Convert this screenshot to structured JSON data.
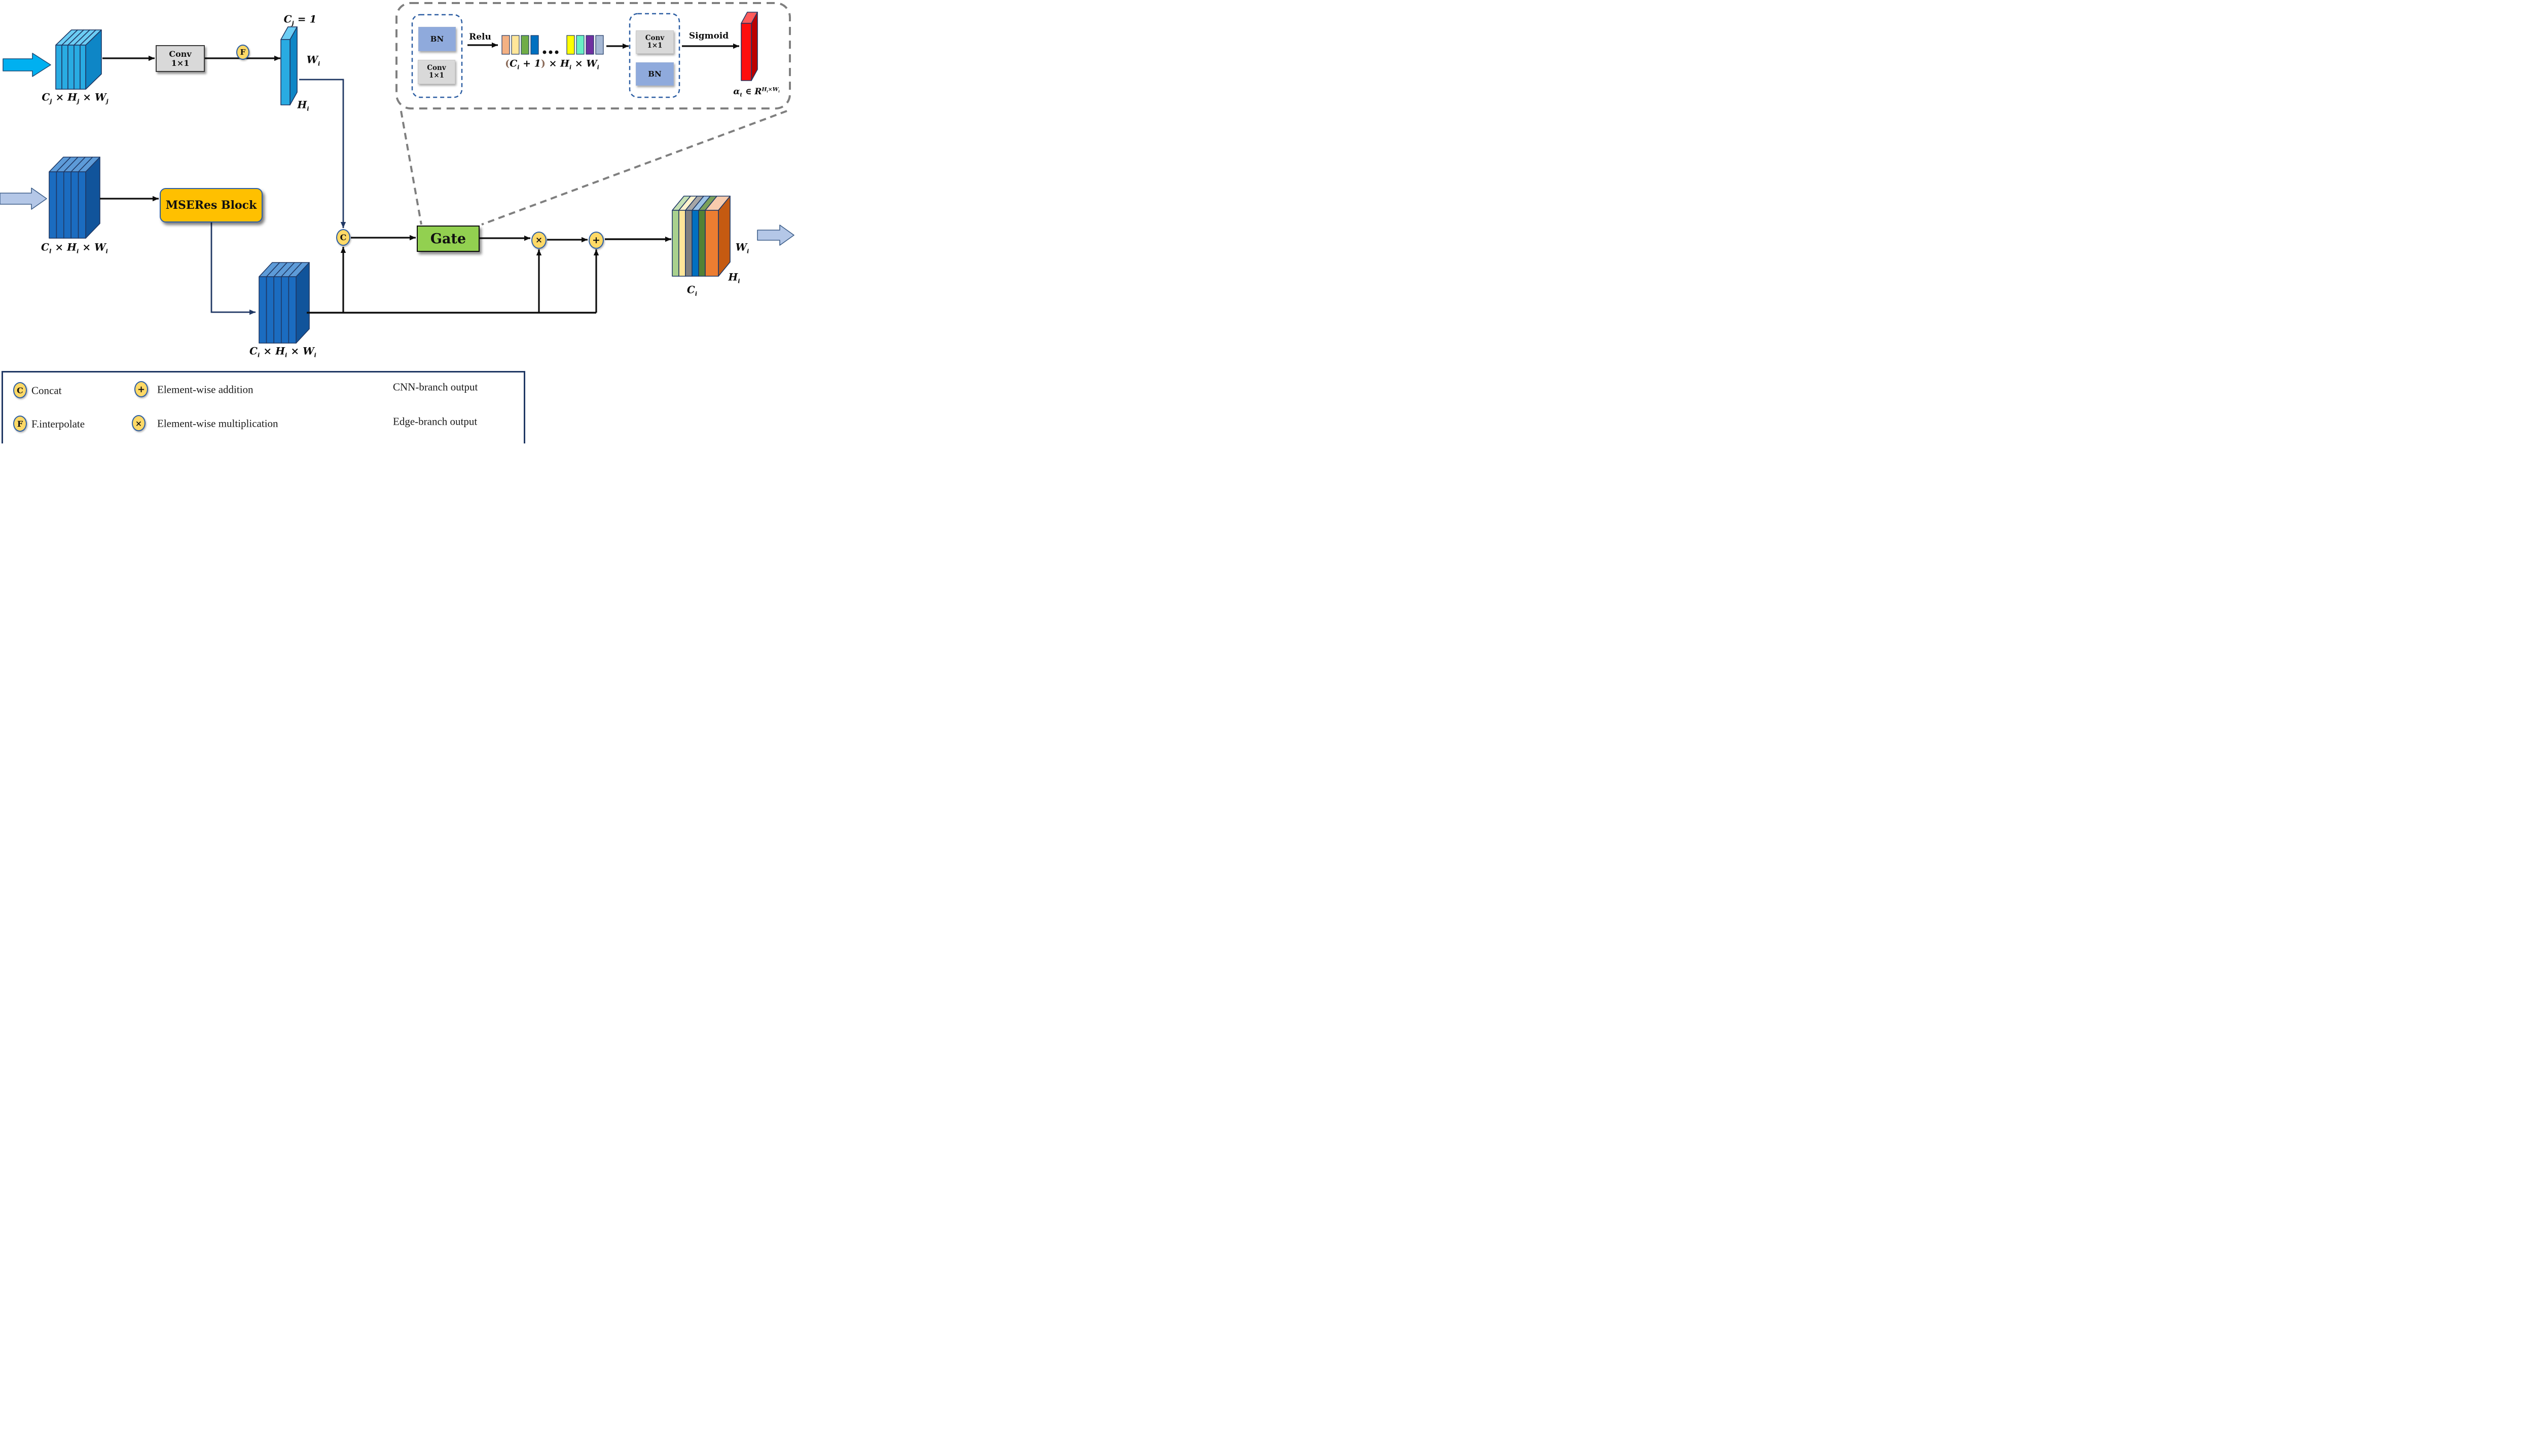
{
  "colors": {
    "cyan_front": "#29ABE2",
    "cyan_top": "#6CCDF4",
    "cyan_side": "#0E86C6",
    "blue_front": "#1B6CC0",
    "blue_top": "#5D9BD8",
    "blue_side": "#11549B",
    "red_front": "#FE0E0E",
    "red_top": "#FF5B5B",
    "red_side": "#BB0000",
    "out_fronts": [
      "#A9D18E",
      "#FFE699",
      "#7F7F7F",
      "#0070C0",
      "#538135",
      "#ED7D31"
    ],
    "out_tops": [
      "#C5E0B4",
      "#FFF2CC",
      "#A6A6A6",
      "#9DC3E6",
      "#7BA05B",
      "#F8CBAD"
    ],
    "out_side": "#C55A11",
    "bars1": [
      "#F4B183",
      "#FFE699",
      "#70AD47",
      "#0070C0"
    ],
    "bars2": [
      "#FFFF00",
      "#69F0C5",
      "#7030A0",
      "#A6B8D4"
    ],
    "line_black": "#0d0d0d",
    "line_navy": "#203864",
    "dash_gray": "#7F7F7F",
    "dash_blue": "#2E5FA3",
    "fat_cyan": "#00B0F0",
    "fat_cyan_stroke": "#1F4E79",
    "fat_gray": "#B4C7E7",
    "fat_gray_stroke": "#3E5F8A",
    "node_fill": "#FFD966",
    "gate_green": "#92D050",
    "mseres_amber": "#FFC000",
    "bn_fill": "#8FAADC",
    "conv_fill": "#D9D9D9"
  },
  "nodes": {
    "conv": {
      "l1": "Conv",
      "l2": "1×1"
    },
    "bn": "BN",
    "relu": "Relu",
    "sigmoid": "Sigmoid",
    "gate": "Gate",
    "mseres": "MSERes Block",
    "concat_sym": "C",
    "interp_sym": "F",
    "mult_sym": "×",
    "add_sym": "+"
  },
  "labels": {
    "tensor_j": {
      "a": "C",
      "as": "j",
      "b": " × H",
      "bs": "j",
      "c": " × W",
      "cs": "j"
    },
    "tensor_l": {
      "a": "C",
      "as": "l",
      "b": " × H",
      "bs": "i",
      "c": " × W",
      "cs": "i"
    },
    "tensor_i": {
      "a": "C",
      "as": "i",
      "b": " × H",
      "bs": "i",
      "c": " × W",
      "cs": "i"
    },
    "cj_eq_1": {
      "a": "C",
      "as": "j",
      "b": " = 1"
    },
    "w_i": {
      "a": "W",
      "as": "i"
    },
    "h_i": {
      "a": "H",
      "as": "i"
    },
    "c_i": {
      "a": "C",
      "as": "i"
    },
    "gate_dim": {
      "p1": "(",
      "a": "C",
      "as": "i",
      "b": " + 1",
      "p2": ")",
      "c": " × H",
      "cs": "i",
      "d": " × W",
      "ds": "i"
    },
    "alpha": {
      "a": "α",
      "as": "t",
      "b": " ∈ R",
      "supH": "H",
      "supHs": "i",
      "supX": "×W",
      "supXs": "i"
    }
  },
  "legend": {
    "items": [
      {
        "symbol": "C",
        "label": "Concat"
      },
      {
        "symbol": "F",
        "label": "F.interpolate"
      },
      {
        "symbol": "+",
        "label": "Element-wise addition"
      },
      {
        "symbol": "×",
        "label": "Element-wise multiplication"
      }
    ],
    "cnn_arrow_label": "CNN-branch output",
    "edge_arrow_label": "Edge-branch output"
  }
}
